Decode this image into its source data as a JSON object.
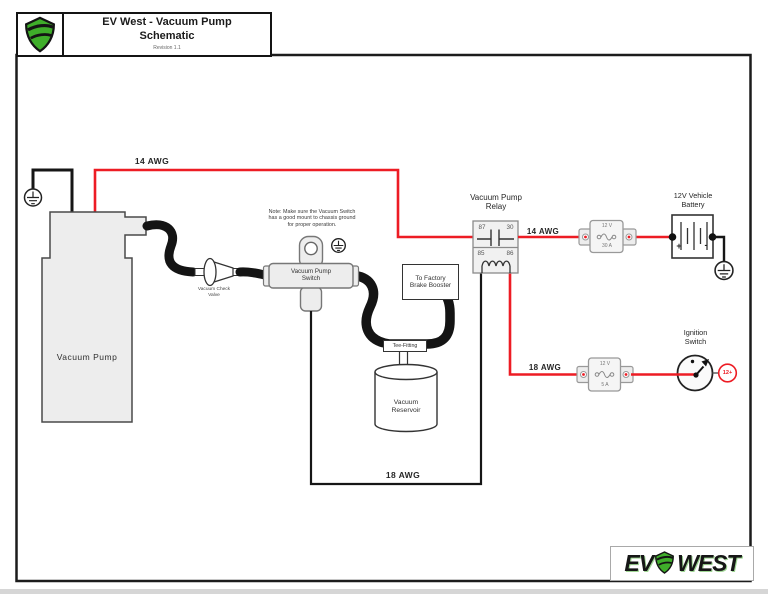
{
  "title_block": {
    "title_line1": "EV West  - Vacuum Pump",
    "title_line2": "Schematic",
    "revision": "Revision 1.1"
  },
  "wire_labels": {
    "awg14_main": "14 AWG",
    "awg14_relay_to_battery": "14 AWG",
    "awg18_relay_to_fuse": "18 AWG",
    "awg18_switch_to_relay": "18 AWG"
  },
  "components": {
    "vacuum_pump": {
      "label": "Vacuum Pump"
    },
    "vacuum_check_valve": {
      "label_line1": "Vacuum Check",
      "label_line2": "Valve"
    },
    "vacuum_pump_switch": {
      "label_line1": "Vacuum Pump",
      "label_line2": "Switch"
    },
    "switch_note": {
      "line1": "Note: Make sure the Vacuum Switch",
      "line2": "has a good mount to chassis ground",
      "line3": "for proper operation."
    },
    "brake_booster": {
      "line1": "To Factory",
      "line2": "Brake Booster"
    },
    "tee_fitting": {
      "label": "Tee-Fitting"
    },
    "vacuum_reservoir": {
      "line1": "Vacuum",
      "line2": "Reservoir"
    },
    "relay": {
      "title_line1": "Vacuum Pump",
      "title_line2": "Relay",
      "terminal_87": "87",
      "terminal_30": "30",
      "terminal_85": "85",
      "terminal_86": "86"
    },
    "fuse_30a": {
      "voltage": "12 V",
      "amperage": "30 A"
    },
    "fuse_5a": {
      "voltage": "12 V",
      "amperage": "5 A"
    },
    "battery": {
      "label_line1": "12V Vehicle",
      "label_line2": "Battery",
      "positive": "+",
      "negative": "-"
    },
    "ignition_switch": {
      "label_line1": "Ignition",
      "label_line2": "Switch",
      "power_tag": "12+"
    }
  },
  "footer_logo": {
    "ev": "EV",
    "west": "WEST"
  },
  "colors": {
    "wire_red": "#ed1c24",
    "wire_black": "#161616",
    "component_fill": "#ededed",
    "logo_green": "#3fae2a"
  }
}
